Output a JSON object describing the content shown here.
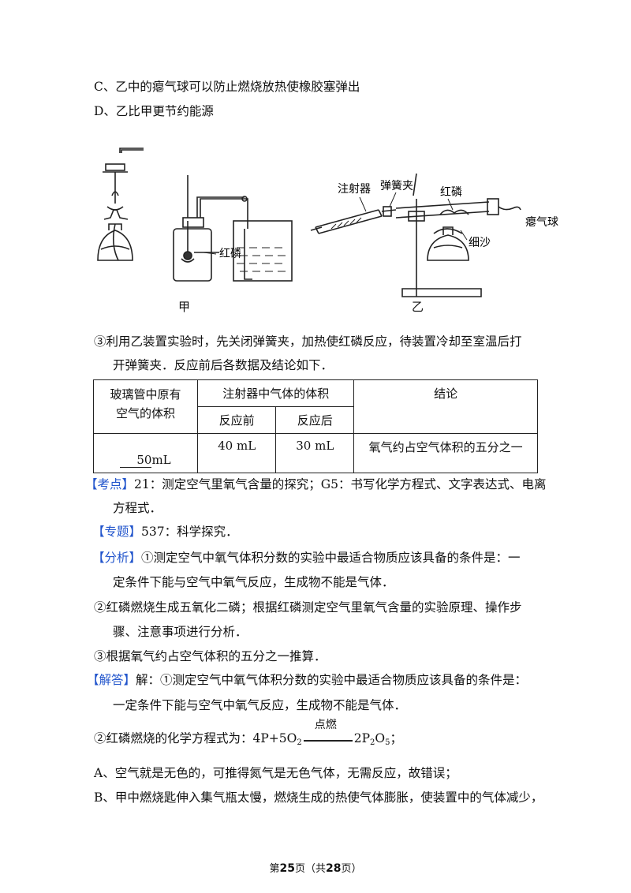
{
  "lines": {
    "optC": "C、乙中的瘪气球可以防止燃烧放热使橡胶塞弹出",
    "optD": "D、乙比甲更节约能源",
    "step3_a": "③利用乙装置实验时，先关闭弹簧夹，加热使红磷反应，待装置冷却至室温后打",
    "step3_b": "开弹簧夹．反应前后各数据及结论如下．",
    "kaodian_tag": "【考点】",
    "kaodian_a": "21：测定空气里氧气含量的探究；G5：书写化学方程式、文字表达式、电离",
    "kaodian_b": "方程式．",
    "zhuanti_tag": "【专题】",
    "zhuanti": "537：科学探究．",
    "fenxi_tag": "【分析】",
    "fenxi_1a": "①测定空气中氧气体积分数的实验中最适合物质应该具备的条件是：一",
    "fenxi_1b": "定条件下能与空气中氧气反应，生成物不能是气体．",
    "fenxi_2a": "②红磷燃烧生成五氧化二磷；根据红磷测定空气里氧气含量的实验原理、操作步",
    "fenxi_2b": "骤、注意事项进行分析．",
    "fenxi_3": "③根据氧气约占空气体积的五分之一推算．",
    "jieda_tag": "【解答】",
    "jieda_1a": "解：①测定空气中氧气体积分数的实验中最适合物质应该具备的条件是：",
    "jieda_1b": "一定条件下能与空气中氧气反应，生成物不能是气体．",
    "eq_prefix": "②红磷燃烧的化学方程式为：4P+5O",
    "eq_sub1": "2",
    "eq_condition": "点燃",
    "eq_product": "2P",
    "eq_sub2": "2",
    "eq_o": "O",
    "eq_sub3": "5",
    "eq_end": "；",
    "optA": "A、空气就是无色的，可推得氮气是无色气体，无需反应，故错误；",
    "optB": "B、甲中燃烧匙伸入集气瓶太慢，燃烧生成的热使气体膨胀，使装置中的气体减少，"
  },
  "figure": {
    "label_jia": "甲",
    "label_yi": "乙",
    "label_hongl_left": "红磷",
    "label_zhusheqi": "注射器",
    "label_tanhuangjia": "弹簧夹",
    "label_hongl_right": "红磷",
    "label_qiqiu": "瘪气球",
    "label_xisha": "细沙"
  },
  "table": {
    "h1": "玻璃管中原有",
    "h1b": "空气的体积",
    "h2": "注射器中气体的体积",
    "h3": "结论",
    "sub_before": "反应前",
    "sub_after": "反应后",
    "air_volume": "50",
    "air_unit": "mL",
    "before": "40  mL",
    "after": "30  mL",
    "conclusion": "氧气约占空气体积的五分之一"
  },
  "footer": {
    "pre": "第",
    "page": "25",
    "mid": "页（共",
    "total": "28",
    "post": "页）"
  }
}
